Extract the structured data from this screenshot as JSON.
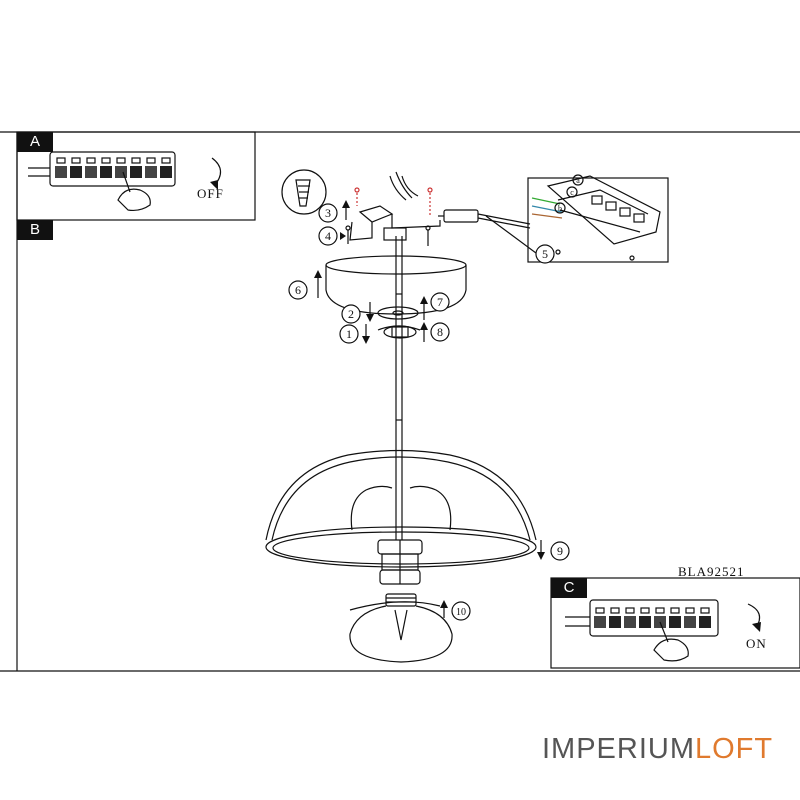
{
  "panels": {
    "a_tag": "A",
    "b_tag": "B",
    "c_tag": "C"
  },
  "switch_labels": {
    "off": "OFF",
    "on": "ON"
  },
  "model_number": "BLA92521",
  "steps": [
    "1",
    "2",
    "3",
    "4",
    "5",
    "6",
    "7",
    "8",
    "9",
    "10"
  ],
  "detail_letters": [
    "a",
    "b",
    "c"
  ],
  "brand": {
    "part1": "IMPERIUM",
    "part2": "LOFT",
    "color_primary": "#555555",
    "color_accent": "#e07a2e"
  }
}
